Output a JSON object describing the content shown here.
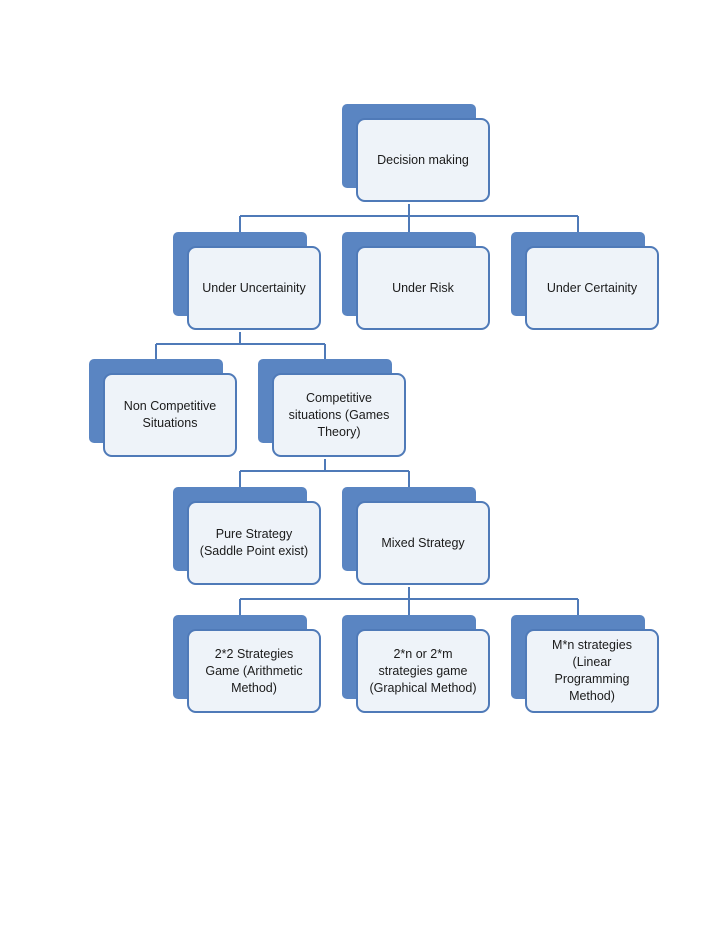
{
  "colors": {
    "box_back": "#5a85c2",
    "box_front": "#eef3f9",
    "box_border": "#4f7ab8",
    "connector": "#4f7ab8"
  },
  "nodes": {
    "decision_making": "Decision making",
    "under_uncertainity": "Under Uncertainity",
    "under_risk": "Under Risk",
    "under_certainity": "Under Certainity",
    "non_competitive": "Non Competitive\nSituations",
    "competitive": "Competitive\nsituations (Games\nTheory)",
    "pure_strategy": "Pure Strategy\n(Saddle Point exist)",
    "mixed_strategy": "Mixed Strategy",
    "two_by_two": "2*2  Strategies\nGame (Arithmetic\nMethod)",
    "two_by_n": "2*n or 2*m\nstrategies game\n(Graphical Method)",
    "m_by_n": "M*n strategies\n(Linear\nProgramming\nMethod)"
  }
}
